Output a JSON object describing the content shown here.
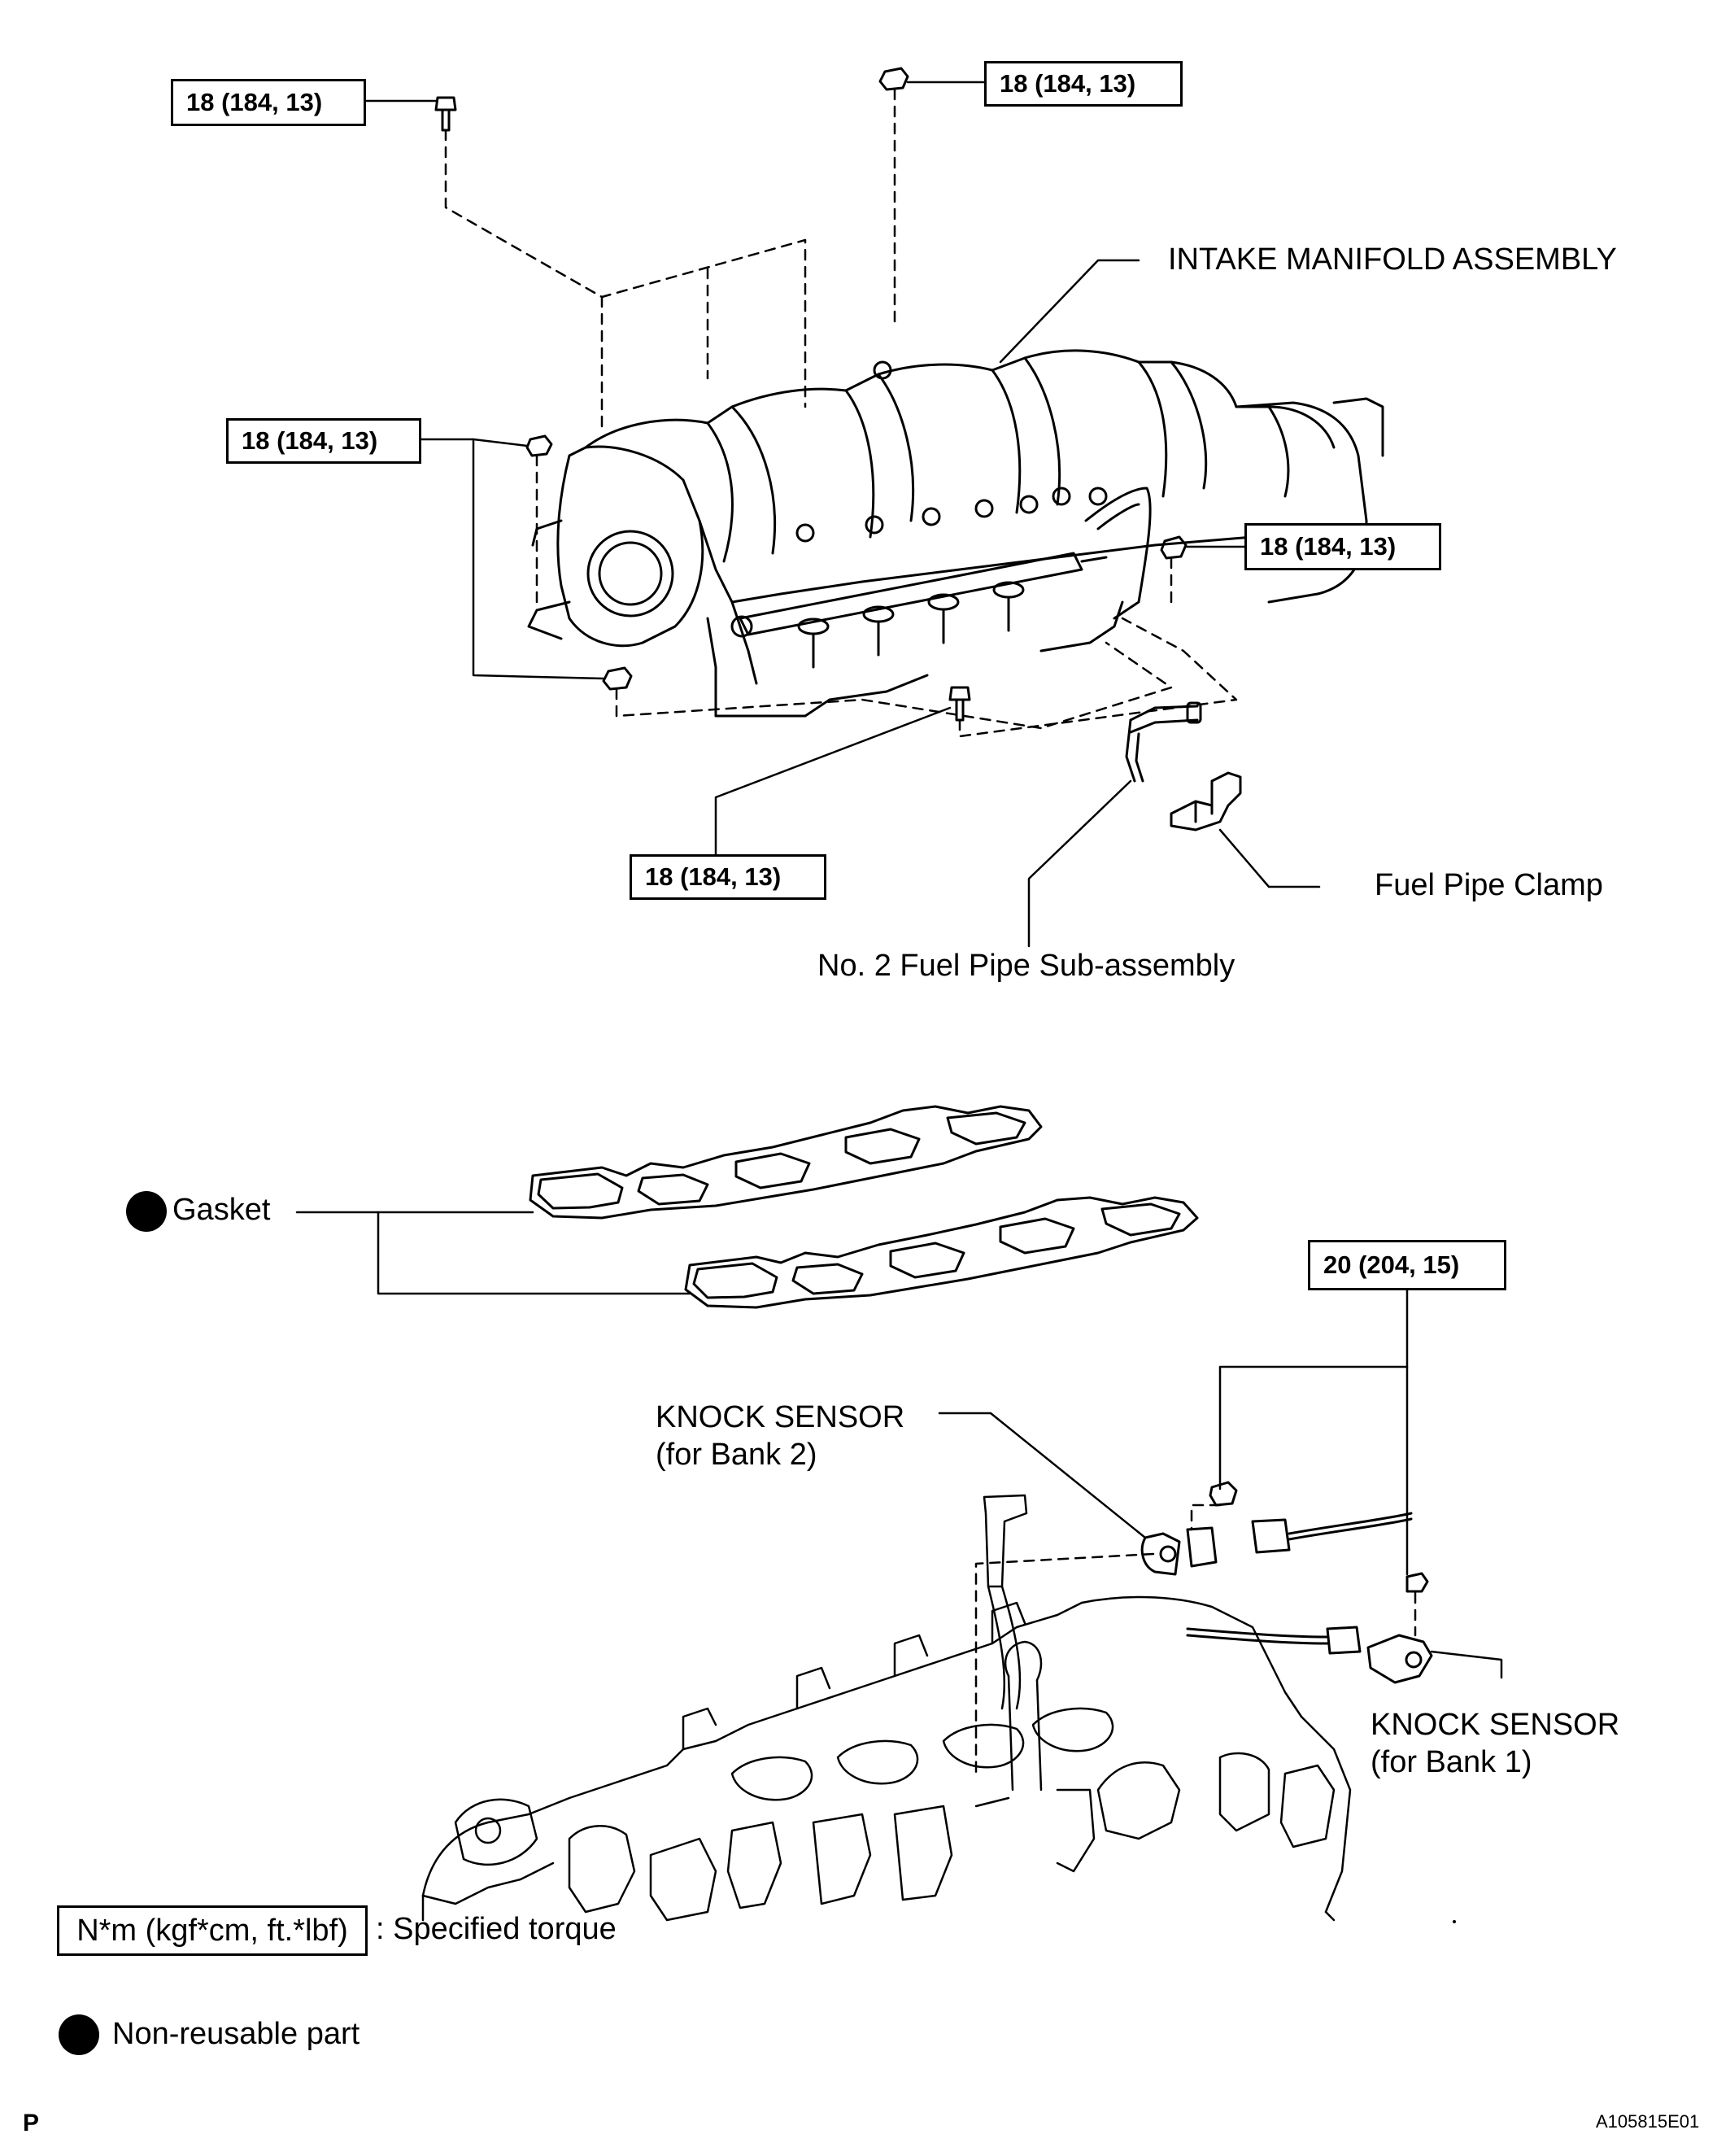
{
  "torque_labels": {
    "t1": "18 (184, 13)",
    "t2": "18 (184, 13)",
    "t3": "18 (184, 13)",
    "t4": "18 (184, 13)",
    "t5": "18 (184, 13)",
    "t6": "20 (204, 15)"
  },
  "part_labels": {
    "intake_manifold": "INTAKE MANIFOLD ASSEMBLY",
    "fuel_pipe_clamp": "Fuel Pipe Clamp",
    "fuel_pipe": "No. 2 Fuel Pipe Sub-assembly",
    "gasket": "Gasket",
    "knock_bank2_line1": "KNOCK SENSOR",
    "knock_bank2_line2": "(for Bank 2)",
    "knock_bank1_line1": "KNOCK SENSOR",
    "knock_bank1_line2": "(for Bank 1)"
  },
  "legend": {
    "torque_box": "N*m (kgf*cm, ft.*lbf)",
    "torque_text": ": Specified torque",
    "nonreusable_text": "Non-reusable part"
  },
  "corner": {
    "page_letter": "P",
    "figure_code": "A105815E01"
  }
}
